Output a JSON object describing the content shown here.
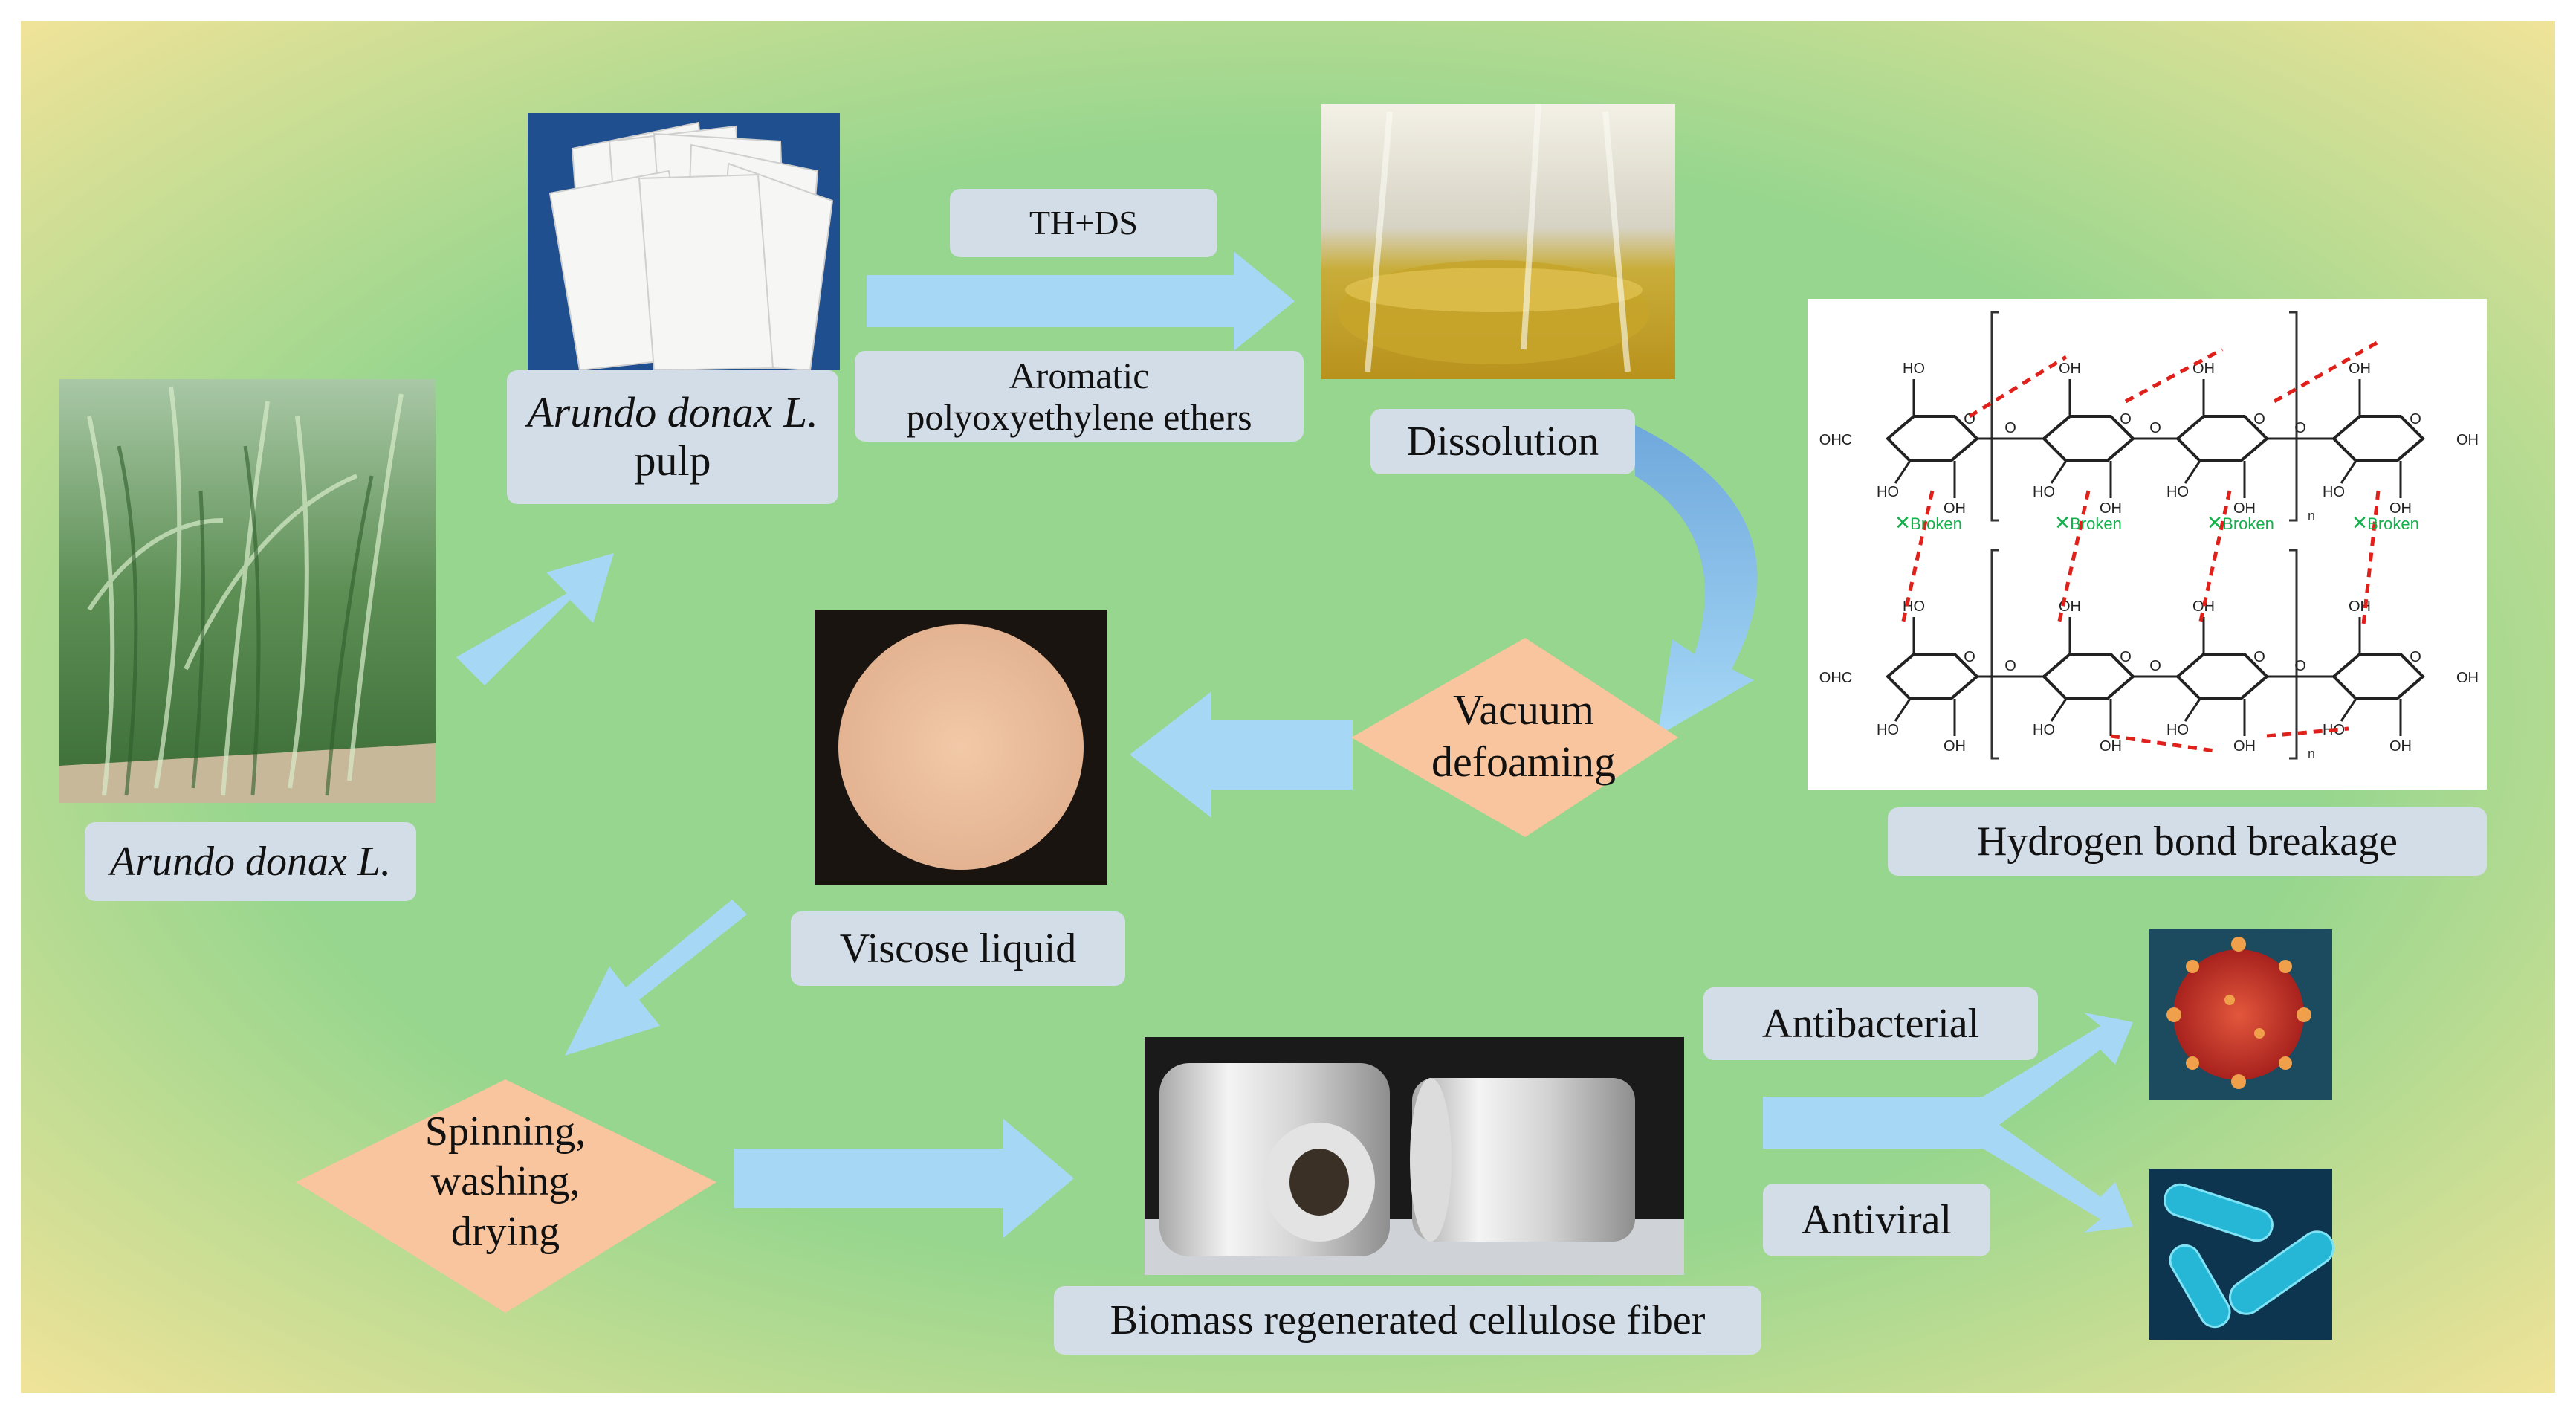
{
  "labels": {
    "plant": "Arundo donax  L.",
    "pulp_name": "Arundo donax  L.",
    "pulp_word": "pulp",
    "solvent": "TH+DS",
    "ethers_line1": "Aromatic",
    "ethers_line2": "polyoxyethylene ethers",
    "dissolution": "Dissolution",
    "vacuum_line1": "Vacuum",
    "vacuum_line2": "defoaming",
    "viscose": "Viscose liquid",
    "spin_line1": "Spinning,",
    "spin_line2": "washing,",
    "spin_line3": "drying",
    "fiber": "Biomass regenerated cellulose fiber",
    "antibacterial": "Antibacterial",
    "antiviral": "Antiviral",
    "hbond": "Hydrogen bond breakage"
  },
  "structure": {
    "oh": "OH",
    "ho": "HO",
    "ohc": "OHC",
    "o": "O",
    "n": "n",
    "broken": "Broken",
    "broken_mark": "✕"
  },
  "colors": {
    "background_center": "#97d68e",
    "background_corner": "#fde59a",
    "arrow": "#a6d8f6",
    "label_box": "#d3dde8",
    "diamond": "#f8c59e",
    "hbond_dash": "#e0201a",
    "broken_text": "#13b04b"
  }
}
